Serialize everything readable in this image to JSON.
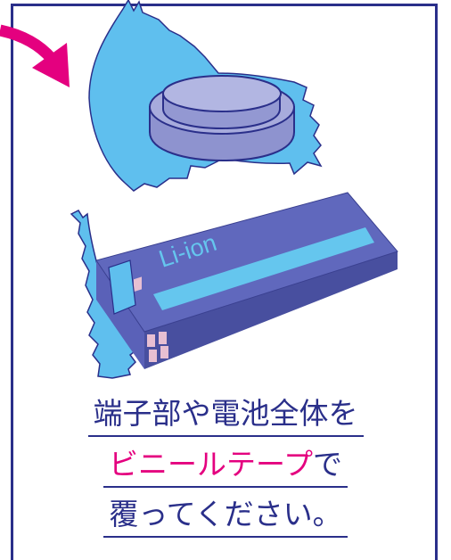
{
  "illustration": {
    "battery_label": "Li-ion",
    "colors": {
      "border": "#2a2f8a",
      "arrow": "#e4007f",
      "tape": "#5fbfee",
      "coin_cell": "#8e93cf",
      "liion_body": "#5a61b8",
      "liion_stripe": "#65c6ee",
      "terminals": "#e7bfd2"
    },
    "icons": [
      "curved-arrow-icon",
      "coin-cell-battery-icon",
      "tape-icon",
      "li-ion-battery-icon"
    ]
  },
  "caption": {
    "line1": "端子部や電池全体を",
    "line2_highlight": "ビニールテープ",
    "line2_rest": "で",
    "line3": "覆ってください。"
  }
}
